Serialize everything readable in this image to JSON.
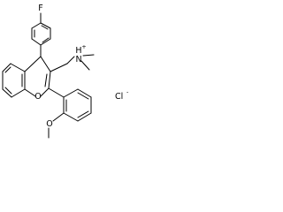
{
  "molecule": {
    "fluorine": "F",
    "nitrogen": "N",
    "hydrogen": "H",
    "positive_charge": "+",
    "ring_oxygen": "O",
    "methoxy_oxygen": "O",
    "chloride": "Cl",
    "negative_charge": "-"
  },
  "colors": {
    "bond": "#000000",
    "background": "#ffffff"
  }
}
